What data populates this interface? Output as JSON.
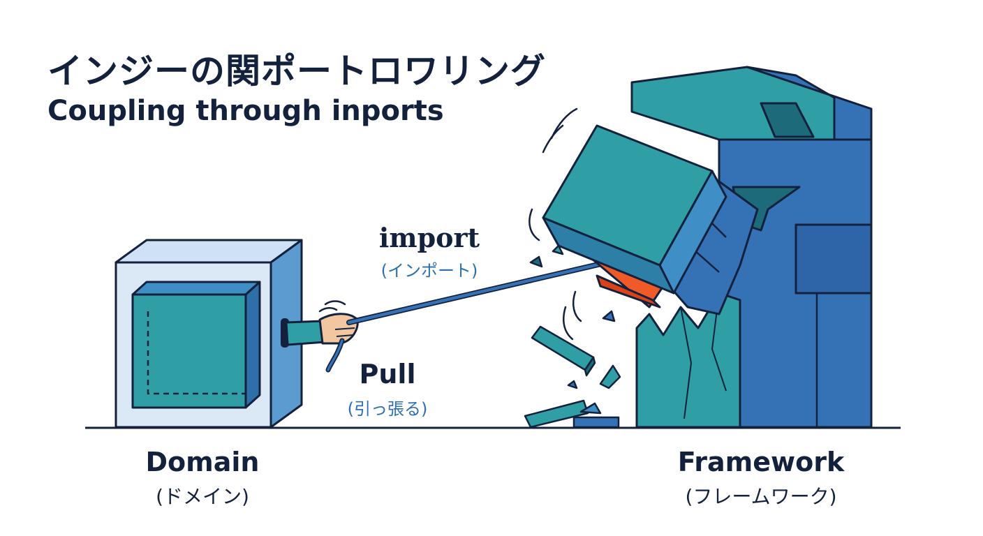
{
  "title": "インジーの関ポートロワリング",
  "subtitle": "Coupling through inports",
  "arrow": {
    "label": "import",
    "label_jp": "(インポート)"
  },
  "pull": {
    "label": "Pull",
    "label_jp": "(引っ張る)"
  },
  "domain": {
    "label": "Domain",
    "label_jp": "(ドメイン)"
  },
  "framework": {
    "label": "Framework",
    "label_jp": "(フレームワーク)"
  },
  "colors": {
    "navy": "#14213d",
    "teal": "#2f9ea5",
    "blue": "#3572b5",
    "light_blue": "#dbe9f7",
    "accent_orange": "#f05a28",
    "label_blue": "#2c6fb0"
  }
}
